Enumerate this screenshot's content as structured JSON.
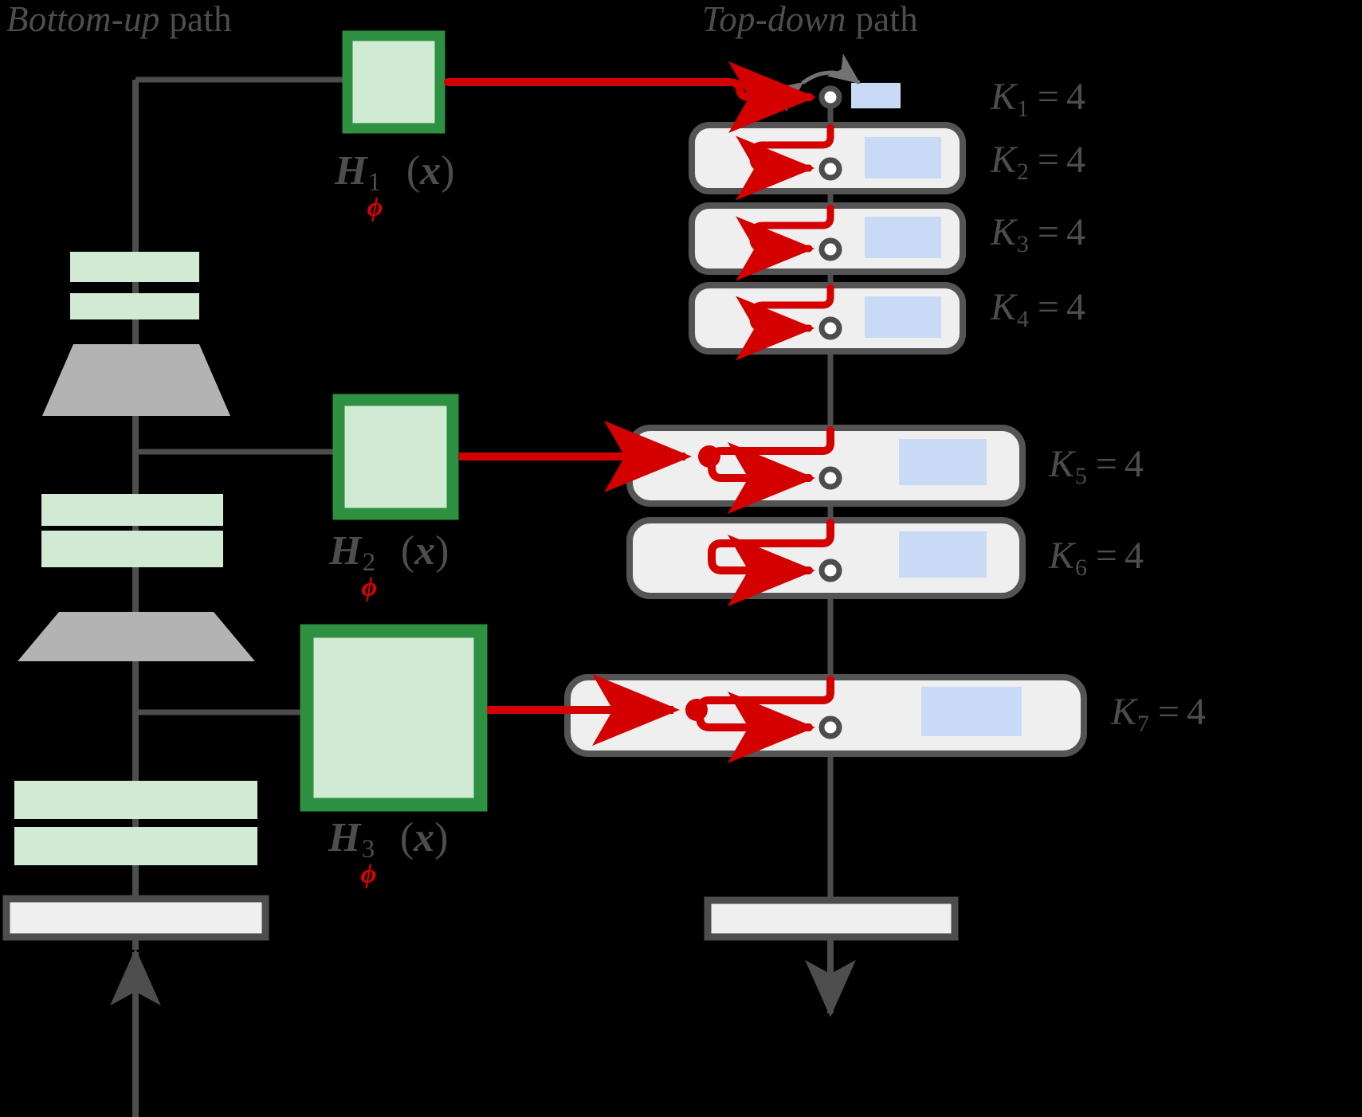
{
  "diagram": {
    "title_left": {
      "emph": "Bottom-up",
      "rest": " path"
    },
    "title_right": {
      "emph": "Top-down",
      "rest": " path"
    },
    "colors": {
      "background": "#000000",
      "line_gray": "#4d4d4d",
      "red_accent": "#d40000",
      "green_border": "#2e9141",
      "green_fill": "#d0ead4",
      "gray_fill": "#b3b3b3",
      "box_fill": "#efefef",
      "box_border": "#545454",
      "blue_fill": "#c8daf5",
      "phi_red": "#e00000",
      "text_gray": "#4d4d4d"
    }
  },
  "bottom_up": {
    "label": "Bottom-up path",
    "head_labels": [
      {
        "name": "H1",
        "base": "H",
        "sup": "1",
        "sub": "ϕ",
        "arg": "(x)"
      },
      {
        "name": "H2",
        "base": "H",
        "sup": "2",
        "sub": "ϕ",
        "arg": "(x)"
      },
      {
        "name": "H3",
        "base": "H",
        "sup": "3",
        "sub": "ϕ",
        "arg": "(x)"
      }
    ],
    "input_block_label": "",
    "stages": [
      {
        "kind": "conv",
        "name": "conv-block-1"
      },
      {
        "kind": "conv",
        "name": "conv-block-2"
      },
      {
        "kind": "downsample",
        "name": "downsample-trapezoid-1"
      },
      {
        "kind": "conv",
        "name": "conv-block-3"
      },
      {
        "kind": "conv",
        "name": "conv-block-4"
      },
      {
        "kind": "downsample",
        "name": "downsample-trapezoid-2"
      },
      {
        "kind": "conv",
        "name": "conv-block-5"
      },
      {
        "kind": "conv",
        "name": "conv-block-6"
      },
      {
        "kind": "input",
        "name": "input-block"
      }
    ]
  },
  "top_down": {
    "label": "Top-down path",
    "output_block_label": "",
    "rows": [
      {
        "id": "K1",
        "base": "K",
        "sub": "1",
        "eq": "=",
        "value": "4",
        "has_box": false,
        "has_arc": true,
        "has_split_dot": false
      },
      {
        "id": "K2",
        "base": "K",
        "sub": "2",
        "eq": "=",
        "value": "4",
        "has_box": true,
        "has_arc": false,
        "has_split_dot": false
      },
      {
        "id": "K3",
        "base": "K",
        "sub": "3",
        "eq": "=",
        "value": "4",
        "has_box": true,
        "has_arc": false,
        "has_split_dot": false
      },
      {
        "id": "K4",
        "base": "K",
        "sub": "4",
        "eq": "=",
        "value": "4",
        "has_box": true,
        "has_arc": false,
        "has_split_dot": false
      },
      {
        "id": "K5",
        "base": "K",
        "sub": "5",
        "eq": "=",
        "value": "4",
        "has_box": true,
        "has_arc": false,
        "has_split_dot": true
      },
      {
        "id": "K6",
        "base": "K",
        "sub": "6",
        "eq": "=",
        "value": "4",
        "has_box": true,
        "has_arc": false,
        "has_split_dot": false
      },
      {
        "id": "K7",
        "base": "K",
        "sub": "7",
        "eq": "=",
        "value": "4",
        "has_box": true,
        "has_arc": false,
        "has_split_dot": true
      }
    ]
  }
}
